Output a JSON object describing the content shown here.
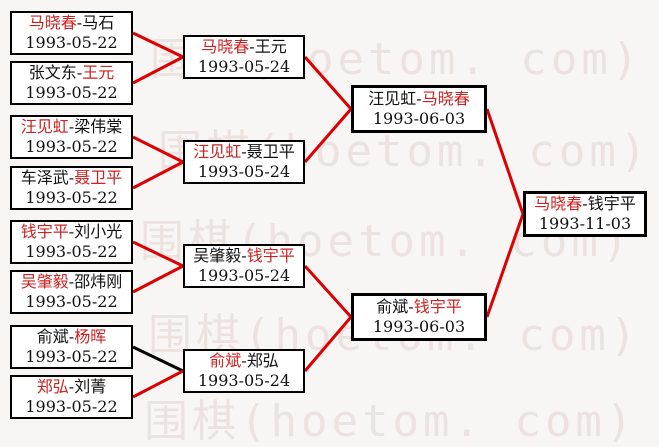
{
  "page": {
    "background": "#f7f6f4"
  },
  "watermark": {
    "text": "围棋(hoetom. com)",
    "tail": ")",
    "color": "#ece2df"
  },
  "colors": {
    "winner_red": "#cc2222",
    "line_red": "#dd0000",
    "line_black": "#000000",
    "box_border": "#000000",
    "box_bg": "#ffffff"
  },
  "separator": "-",
  "rounds": {
    "r1": [
      {
        "p1": "马晓春",
        "p2": "马石",
        "date": "1993-05-22",
        "red_name": "p1"
      },
      {
        "p1": "张文东",
        "p2": "王元",
        "date": "1993-05-22",
        "red_name": "p2"
      },
      {
        "p1": "汪见虹",
        "p2": "梁伟棠",
        "date": "1993-05-22",
        "red_name": "p1"
      },
      {
        "p1": "车泽武",
        "p2": "聂卫平",
        "date": "1993-05-22",
        "red_name": "p2"
      },
      {
        "p1": "钱宇平",
        "p2": "刘小光",
        "date": "1993-05-22",
        "red_name": "p1"
      },
      {
        "p1": "吴肇毅",
        "p2": "邵炜刚",
        "date": "1993-05-22",
        "red_name": "p1"
      },
      {
        "p1": "俞斌",
        "p2": "杨晖",
        "date": "1993-05-22",
        "red_name": "p2"
      },
      {
        "p1": "郑弘",
        "p2": "刘菁",
        "date": "1993-05-22",
        "red_name": "p1"
      }
    ],
    "r2": [
      {
        "p1": "马晓春",
        "p2": "王元",
        "date": "1993-05-24",
        "red_name": "p1"
      },
      {
        "p1": "汪见虹",
        "p2": "聂卫平",
        "date": "1993-05-24",
        "red_name": "p1"
      },
      {
        "p1": "吴肇毅",
        "p2": "钱宇平",
        "date": "1993-05-24",
        "red_name": "p2"
      },
      {
        "p1": "俞斌",
        "p2": "郑弘",
        "date": "1993-05-24",
        "red_name": "p1"
      }
    ],
    "sf": [
      {
        "p1": "汪见虹",
        "p2": "马晓春",
        "date": "1993-06-03",
        "red_name": "p2"
      },
      {
        "p1": "俞斌",
        "p2": "钱宇平",
        "date": "1993-06-03",
        "red_name": "p2"
      }
    ],
    "final": {
      "p1": "马晓春",
      "p2": "钱宇平",
      "date": "1993-11-03",
      "red_name": "p1"
    }
  }
}
